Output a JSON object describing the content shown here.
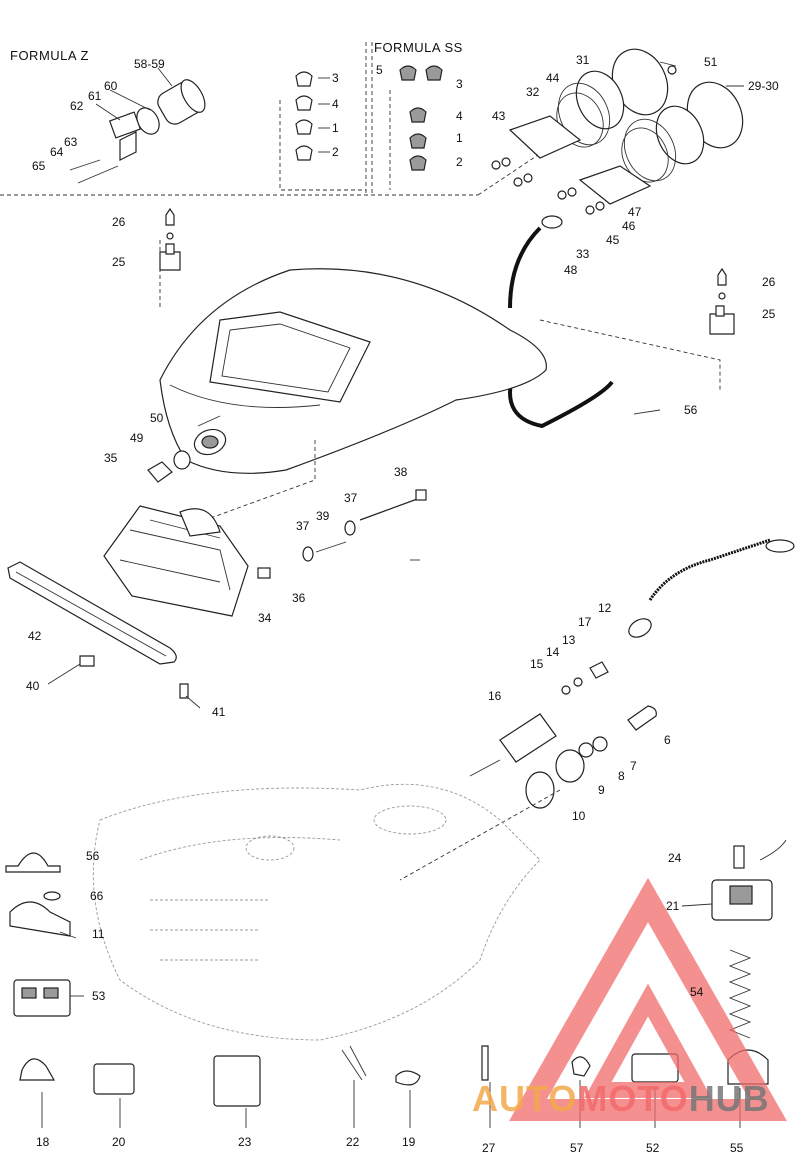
{
  "headers": {
    "formula_z": "FORMULA Z",
    "formula_ss": "FORMULA SS"
  },
  "watermark": {
    "auto": "AUTO",
    "moto": "MOTO",
    "hub": "HUB",
    "color_red": "#f26b6b",
    "color_orange": "#f3a94a",
    "color_gray": "#777777"
  },
  "callouts": {
    "n58_59": "58-59",
    "n60": "60",
    "n61": "61",
    "n62": "62",
    "n63": "63",
    "n64": "64",
    "n65": "65",
    "n3a": "3",
    "n4a": "4",
    "n1a": "1",
    "n2a": "2",
    "n5": "5",
    "n3b": "3",
    "n4b": "4",
    "n1b": "1",
    "n2b": "2",
    "n31": "31",
    "n51": "51",
    "n44": "44",
    "n32": "32",
    "n29_30": "29-30",
    "n43": "43",
    "n47": "47",
    "n46": "46",
    "n45": "45",
    "n33": "33",
    "n48": "48",
    "n26a": "26",
    "n25a": "25",
    "n26b": "26",
    "n25b": "25",
    "n56a": "56",
    "n50": "50",
    "n49": "49",
    "n35": "35",
    "n38": "38",
    "n37a": "37",
    "n37b": "37",
    "n39": "39",
    "n36": "36",
    "n34": "34",
    "n42": "42",
    "n40": "40",
    "n41": "41",
    "n17": "17",
    "n12": "12",
    "n13": "13",
    "n14": "14",
    "n15": "15",
    "n16": "16",
    "n6": "6",
    "n7": "7",
    "n8": "8",
    "n9": "9",
    "n10": "10",
    "n56b": "56",
    "n66": "66",
    "n11": "11",
    "n53": "53",
    "n24": "24",
    "n21": "21",
    "n54": "54",
    "n18": "18",
    "n20": "20",
    "n23": "23",
    "n22": "22",
    "n19": "19",
    "n27": "27",
    "n57": "57",
    "n52": "52",
    "n55": "55"
  }
}
